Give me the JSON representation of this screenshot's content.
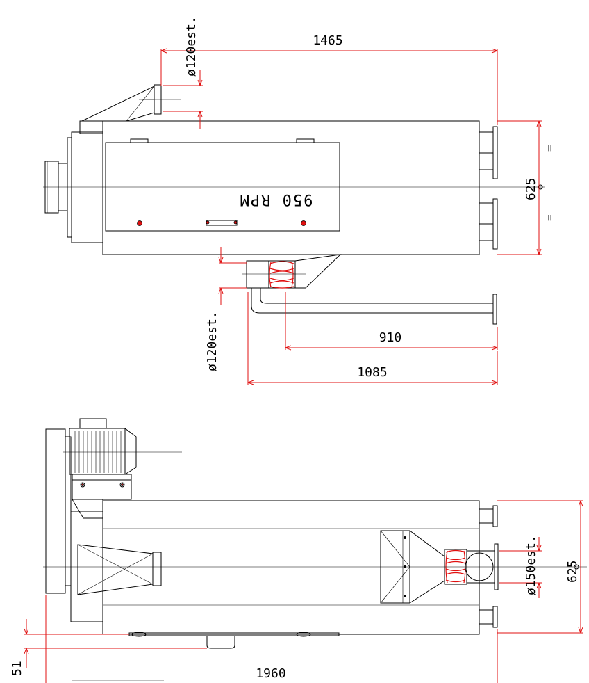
{
  "top_view": {
    "dim_length": "1465",
    "dim_inlet": "ø120est.",
    "speed_label": "950 RPM",
    "dim_width": "625",
    "equal_mark_1": "=",
    "equal_mark_2": "=",
    "dim_outlet": "ø120est.",
    "dim_pipe_910": "910",
    "dim_pipe_1085": "1085"
  },
  "side_view": {
    "dim_outlet": "ø150est.",
    "dim_height": "625",
    "dim_base": "51",
    "dim_length": "1960"
  },
  "colors": {
    "line": "#000000",
    "dimension": "#e01010",
    "background": "#ffffff"
  }
}
